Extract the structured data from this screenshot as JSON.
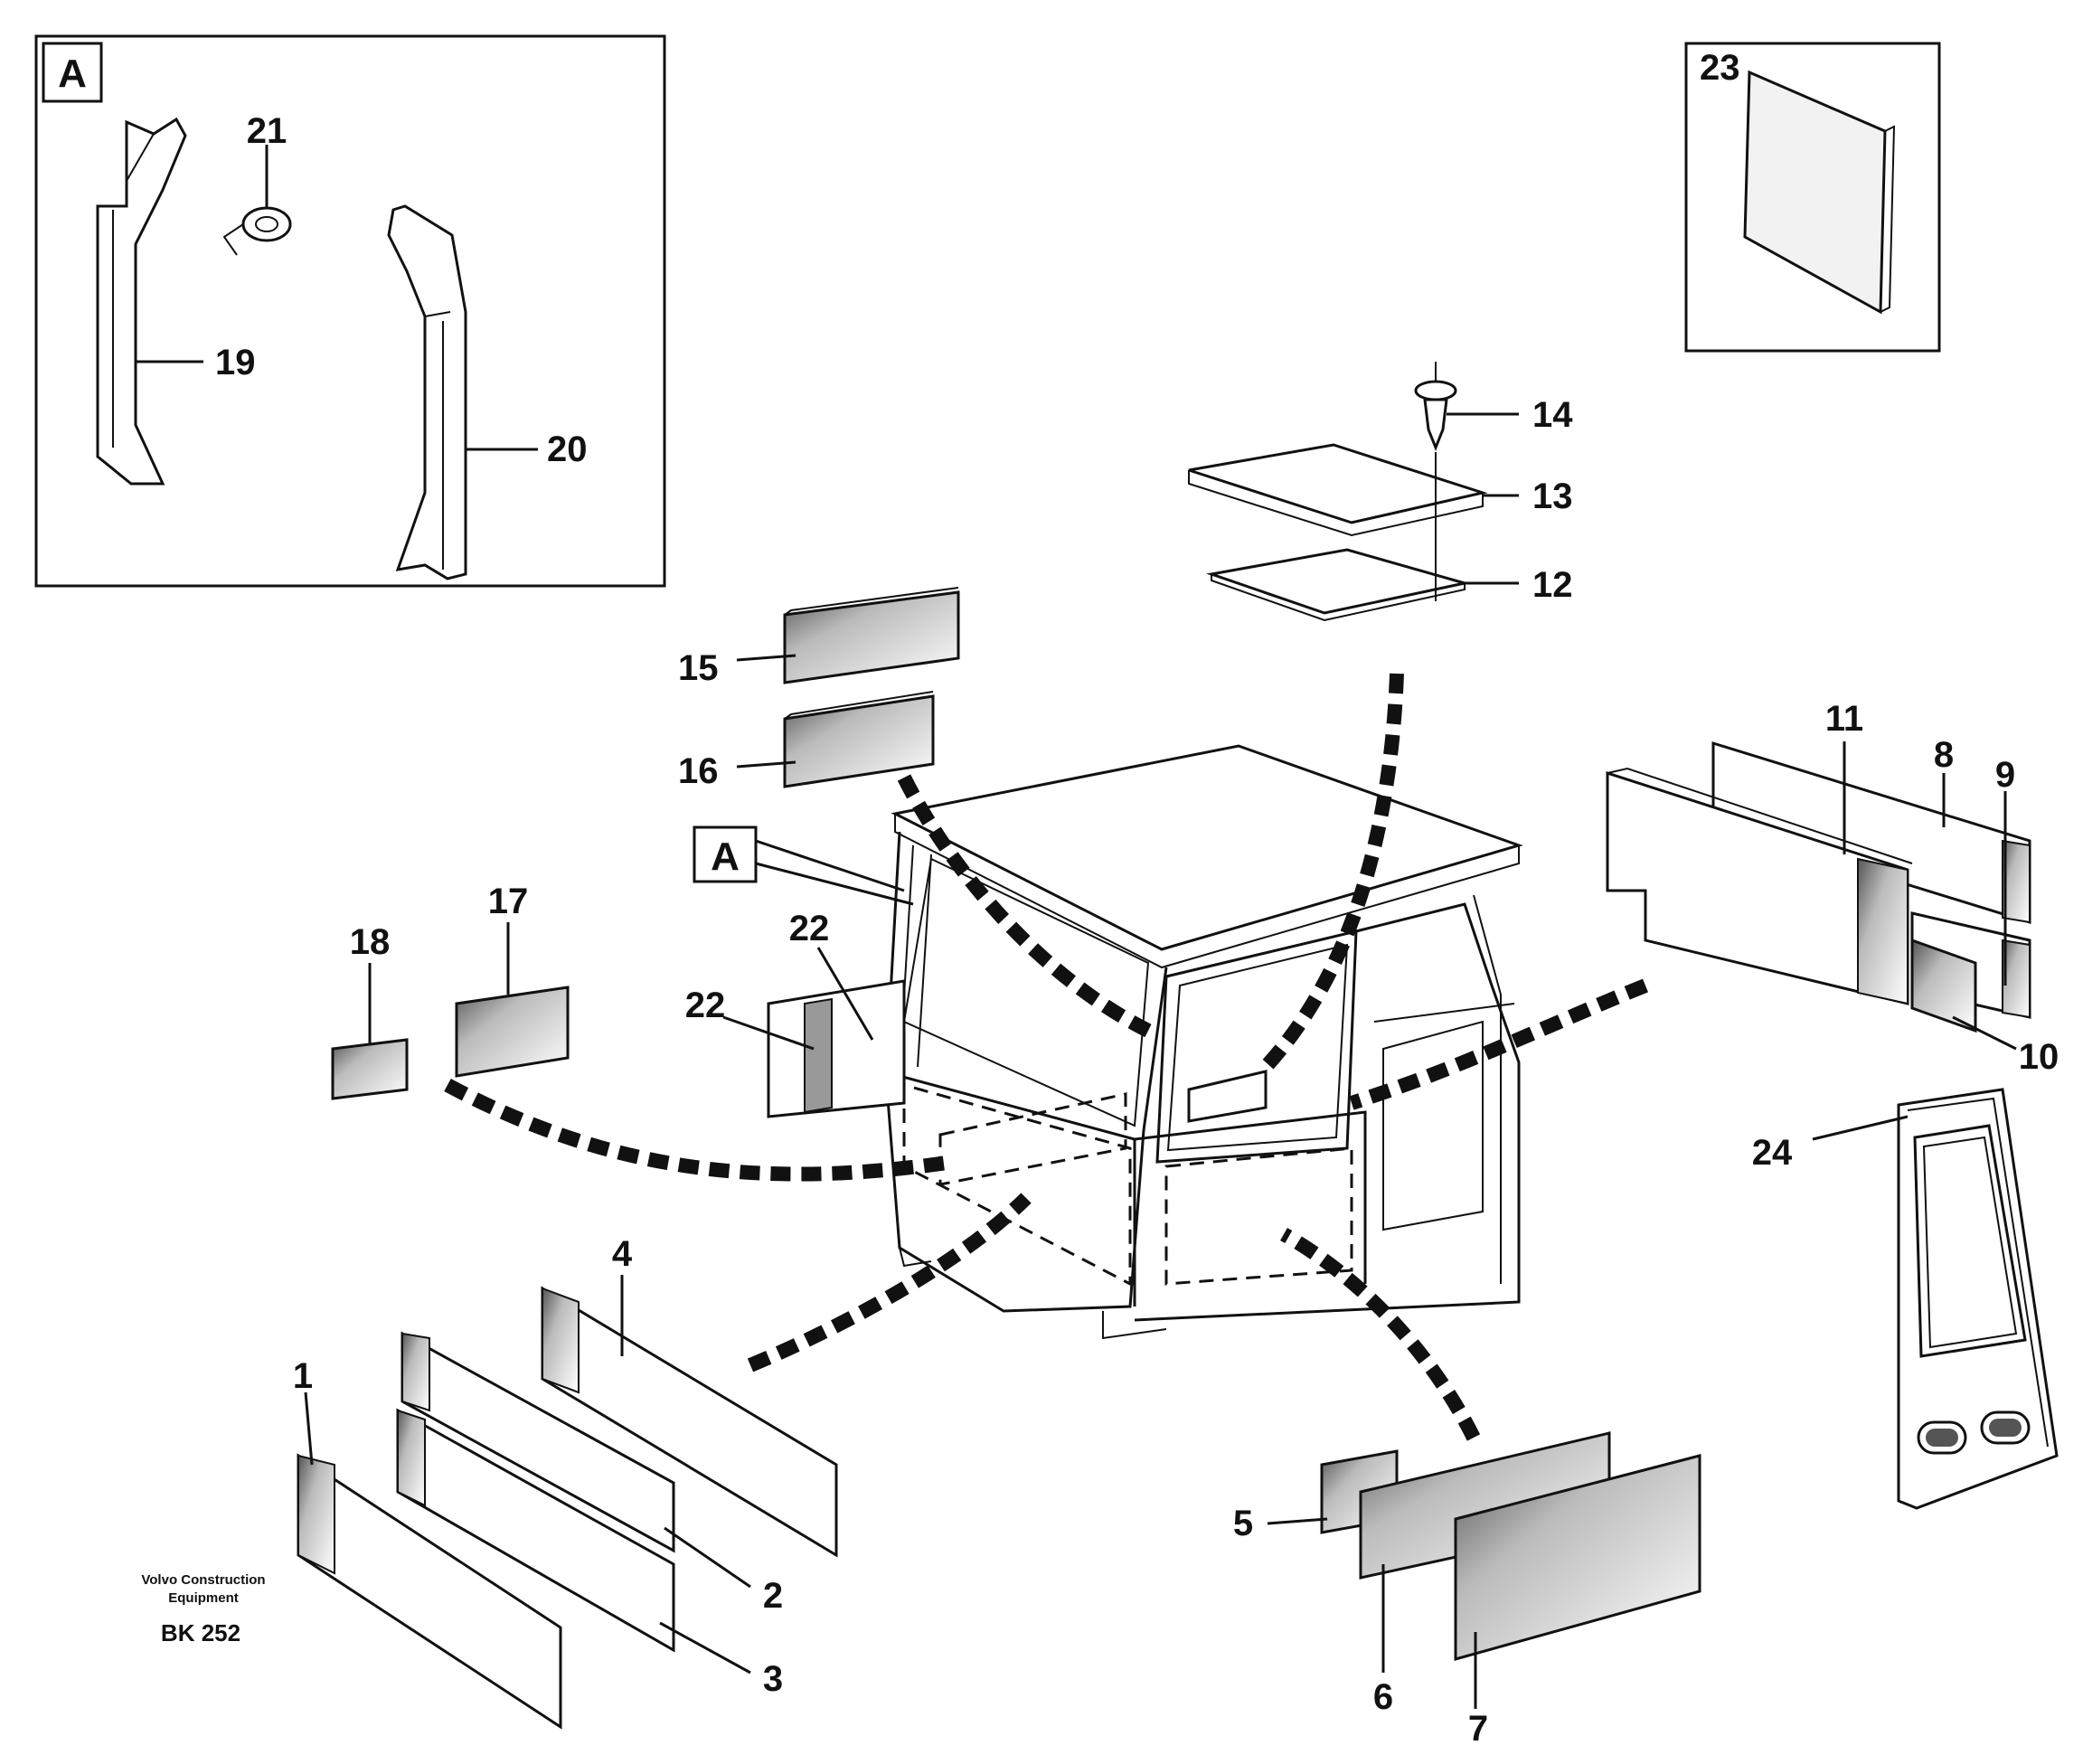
{
  "detail_box_label": "A",
  "callout_label": "A",
  "part_numbers": {
    "p1": "1",
    "p2": "2",
    "p3": "3",
    "p4": "4",
    "p5": "5",
    "p6": "6",
    "p7": "7",
    "p8": "8",
    "p9": "9",
    "p10": "10",
    "p11": "11",
    "p12": "12",
    "p13": "13",
    "p14": "14",
    "p15": "15",
    "p16": "16",
    "p17": "17",
    "p18": "18",
    "p19": "19",
    "p20": "20",
    "p21": "21",
    "p22a": "22",
    "p22b": "22",
    "p23": "23",
    "p24": "24"
  },
  "footer": {
    "brand_line1": "Volvo Construction",
    "brand_line2": "Equipment",
    "code": "BK 252"
  }
}
